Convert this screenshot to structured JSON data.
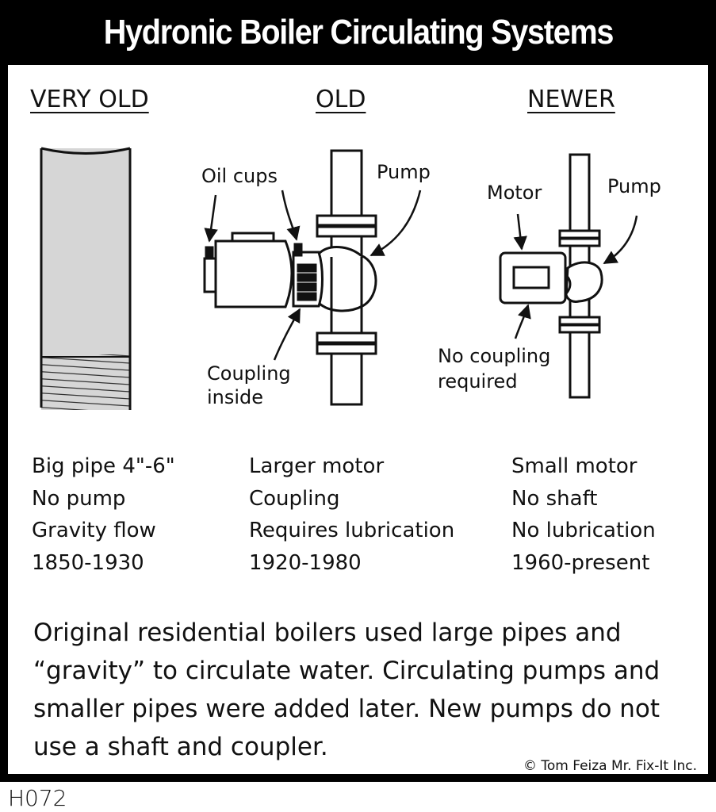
{
  "title": "Hydronic Boiler Circulating Systems",
  "headers": {
    "very_old": "VERY OLD",
    "old": "OLD",
    "newer": "NEWER"
  },
  "labels": {
    "oil_cups": "Oil cups",
    "pump_old": "Pump",
    "coupling_line1": "Coupling",
    "coupling_line2": "inside",
    "motor": "Motor",
    "pump_new": "Pump",
    "no_coupling_line1": "No coupling",
    "no_coupling_line2": "required"
  },
  "columns": {
    "very_old": [
      "Big pipe 4\"-6\"",
      "No pump",
      "Gravity flow",
      "1850-1930"
    ],
    "old": [
      "Larger motor",
      "Coupling",
      "Requires lubrication",
      "1920-1980"
    ],
    "newer": [
      "Small motor",
      "No shaft",
      "No lubrication",
      "1960-present"
    ]
  },
  "caption": "Original residential boilers used large pipes and “gravity” to circulate water. Circulating pumps and smaller pipes were added later. New pumps do not use a shaft and coupler.",
  "copyright": "© Tom Feiza Mr. Fix-It Inc.",
  "code": "H072",
  "colors": {
    "frame": "#000000",
    "pipe_fill": "#d6d6d6",
    "title_text": "#ffffff"
  }
}
